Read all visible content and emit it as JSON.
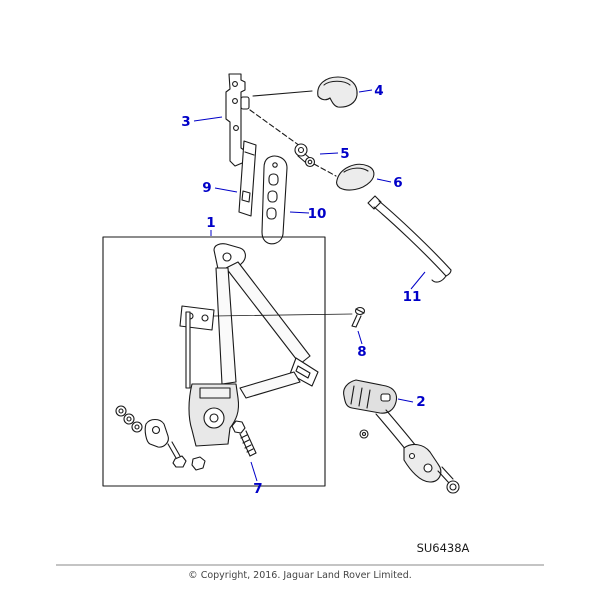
{
  "diagram": {
    "callout_labels": [
      "1",
      "2",
      "3",
      "4",
      "5",
      "6",
      "7",
      "8",
      "9",
      "10",
      "11"
    ],
    "part_code": "SU6438A"
  },
  "footer": {
    "copyright": "© Copyright, 2016. Jaguar Land Rover Limited."
  },
  "colors": {
    "callout_blue": "#0000c8",
    "line_art": "#1a1a1a",
    "background": "#ffffff"
  }
}
